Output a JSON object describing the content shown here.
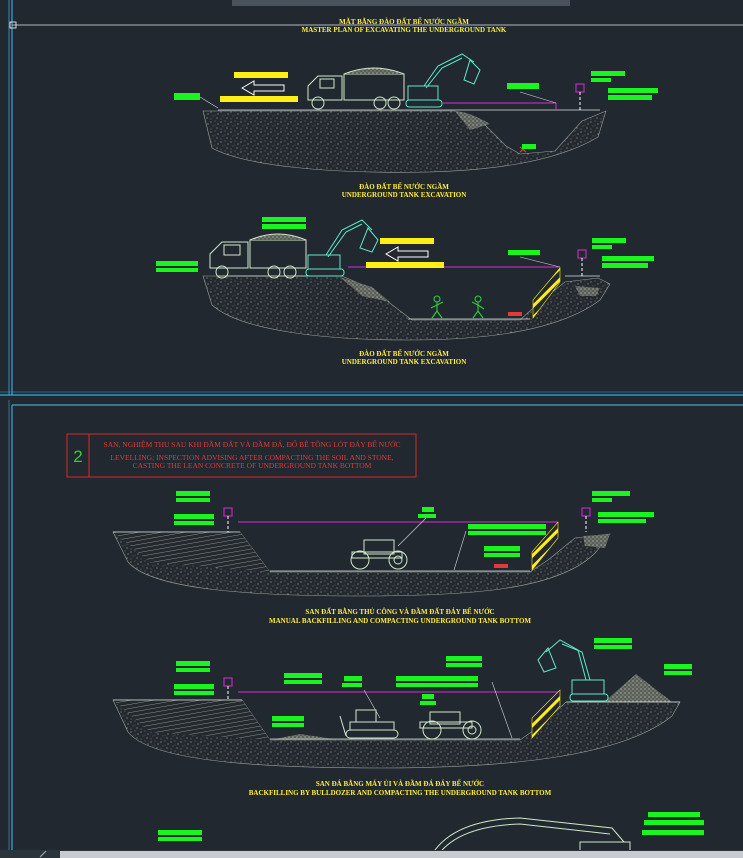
{
  "sections": [
    {
      "title_vi": "MẶT BẰNG ĐÀO ĐẤT BỂ NƯỚC NGẦM",
      "title_en": "MASTER PLAN OF EXCAVATING THE UNDERGROUND TANK"
    },
    {
      "caption_vi": "ĐÀO ĐẤT BỂ NƯỚC NGẦM",
      "caption_en": "UNDERGROUND TANK EXCAVATION"
    },
    {
      "caption_vi": "ĐÀO ĐẤT BỂ NƯỚC NGẦM",
      "caption_en": "UNDERGROUND TANK EXCAVATION"
    }
  ],
  "step2": {
    "number": "2",
    "line1": "SAN, NGHIỆM THU SAU KHI ĐẦM ĐẤT VÀ ĐẦM ĐÁ, ĐỔ BÊ TÔNG LÓT ĐÁY BỂ NƯỚC",
    "line2": "LEVELLING; INSPECTION ADVISING AFTER COMPACTING THE SOIL AND STONE,",
    "line3": "CASTING THE LEAN CONCRETE OF UNDERGROUND TANK BOTTOM"
  },
  "section3": {
    "caption_vi": "SAN ĐẤT BẰNG THỦ CÔNG VÀ ĐẦM ĐẤT ĐÁY BỂ NƯỚC",
    "caption_en": "MANUAL BACKFILLING AND COMPACTING UNDERGROUND TANK BOTTOM"
  },
  "section4": {
    "caption_vi": "SAN ĐÁ BẰNG MÁY ỦI VÀ ĐẦM ĐÁ ĐÁY BỂ NƯỚC",
    "caption_en": "BACKFILLING BY BULLDOZER AND COMPACTING THE UNDERGROUND TANK BOTTOM"
  },
  "colors": {
    "background": "#212830",
    "frame": "#3aa7d6",
    "label_green": "#19f51f",
    "arrow_yellow": "#ffef16",
    "magenta": "#d82bd8",
    "equipment": "#cfe8c8",
    "machine_cyan": "#5fe8c8",
    "caption_yellow": "#ffef3a",
    "note_red": "#d42a2a"
  }
}
